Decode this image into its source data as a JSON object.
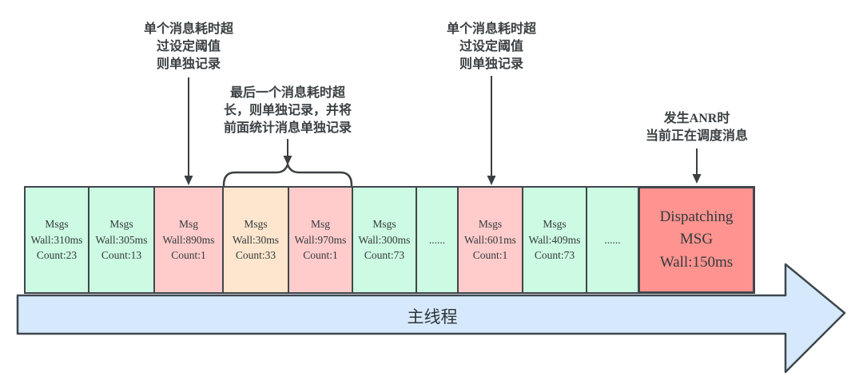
{
  "colors": {
    "block_green": "#cdfae2",
    "block_pink": "#ffcccb",
    "block_orange": "#fde6cd",
    "block_red": "#fe938f",
    "thread_blue": "#d6e9fc",
    "stroke": "#40464c",
    "text": "#333333"
  },
  "annotations": [
    {
      "id": "single-msg-threshold-left",
      "lines": [
        "单个消息耗时超",
        "过设定阈值",
        "则单独记录"
      ]
    },
    {
      "id": "last-msg-overrun",
      "lines": [
        "最后一个消息耗时超",
        "长，则单独记录，并将",
        "前面统计消息单独记录"
      ]
    },
    {
      "id": "single-msg-threshold-right",
      "lines": [
        "单个消息耗时超",
        "过设定阈值",
        "则单独记录"
      ]
    },
    {
      "id": "anr-current-msg",
      "lines": [
        "发生ANR时",
        "当前正在调度消息"
      ]
    }
  ],
  "blocks": [
    {
      "color": "green",
      "lines": [
        "Msgs",
        "Wall:310ms",
        "Count:23"
      ]
    },
    {
      "color": "green",
      "lines": [
        "Msgs",
        "Wall:305ms",
        "Count:13"
      ]
    },
    {
      "color": "pink",
      "lines": [
        "Msg",
        "Wall:890ms",
        "Count:1"
      ]
    },
    {
      "color": "orange",
      "lines": [
        "Msgs",
        "Wall:30ms",
        "Count:33"
      ]
    },
    {
      "color": "pink",
      "lines": [
        "Msg",
        "Wall:970ms",
        "Count:1"
      ]
    },
    {
      "color": "green",
      "lines": [
        "Msgs",
        "Wall:300ms",
        "Count:73"
      ]
    },
    {
      "color": "green",
      "lines": [
        "......"
      ]
    },
    {
      "color": "pink",
      "lines": [
        "Msgs",
        "Wall:601ms",
        "Count:1"
      ]
    },
    {
      "color": "green",
      "lines": [
        "Msgs",
        "Wall:409ms",
        "Count:73"
      ]
    },
    {
      "color": "green",
      "lines": [
        "......"
      ]
    },
    {
      "color": "red",
      "lines": [
        "Dispatching",
        "MSG",
        "Wall:150ms"
      ]
    }
  ],
  "main_thread": {
    "label": "主线程"
  }
}
